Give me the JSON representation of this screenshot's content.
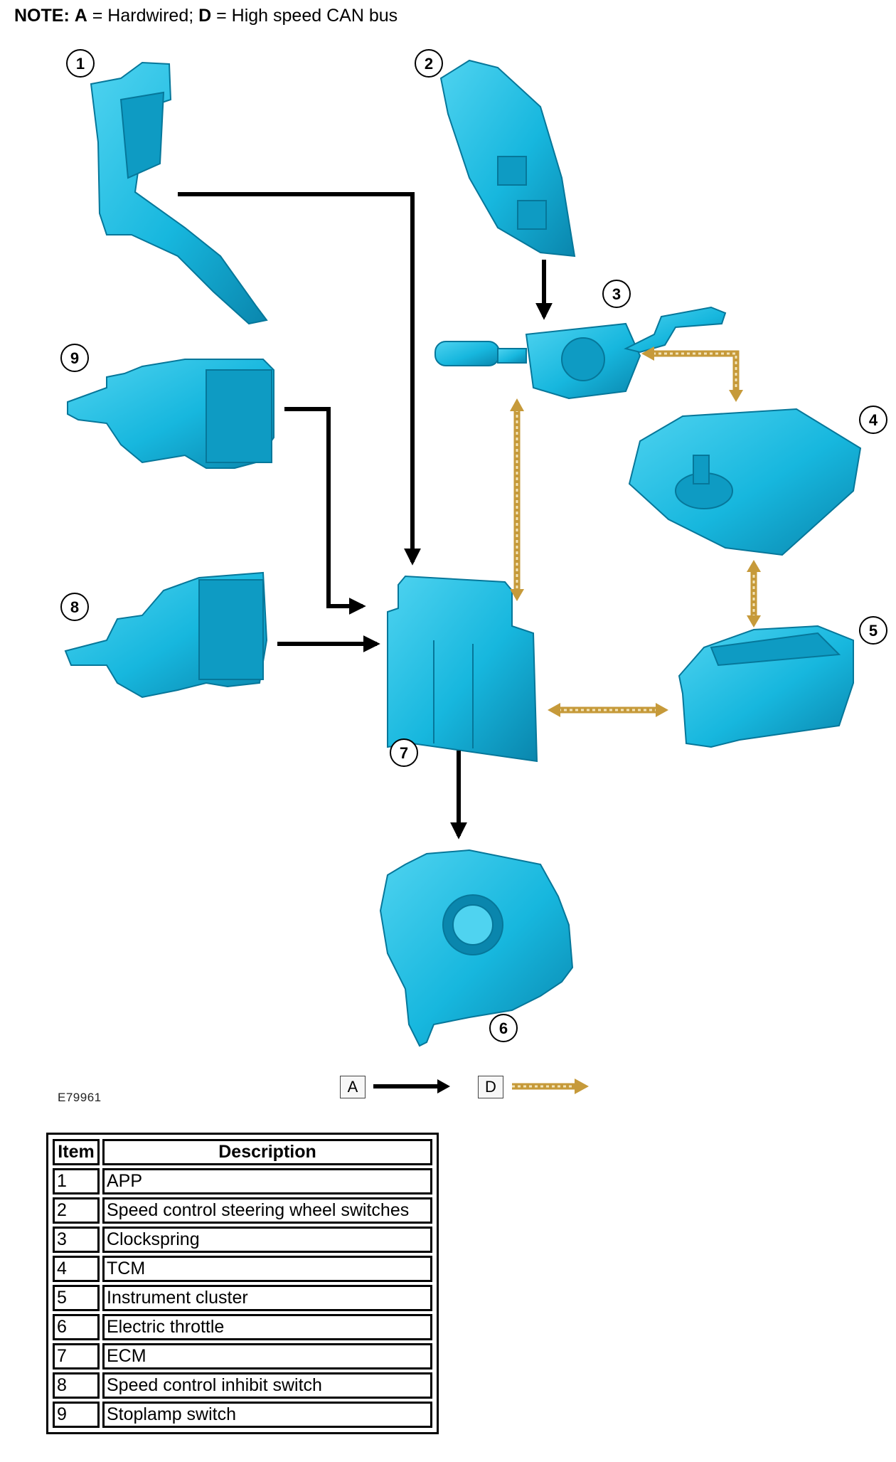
{
  "note": {
    "prefix": "NOTE:",
    "a_key": "A",
    "a_text": " = Hardwired; ",
    "d_key": "D",
    "d_text": " = High speed CAN bus"
  },
  "figure_id": "E79961",
  "callouts": [
    "1",
    "2",
    "3",
    "4",
    "5",
    "6",
    "7",
    "8",
    "9"
  ],
  "legend": {
    "hardwired_key": "A",
    "can_key": "D"
  },
  "colors": {
    "component": "#17b7de",
    "component_dark": "#0a8fb6",
    "hardwired": "#000000",
    "can_bus": "#c69a3a"
  },
  "table": {
    "header_item": "Item",
    "header_description": "Description",
    "rows": [
      {
        "item": "1",
        "description": "APP"
      },
      {
        "item": "2",
        "description": "Speed control steering wheel switches"
      },
      {
        "item": "3",
        "description": "Clockspring"
      },
      {
        "item": "4",
        "description": "TCM"
      },
      {
        "item": "5",
        "description": "Instrument cluster"
      },
      {
        "item": "6",
        "description": "Electric throttle"
      },
      {
        "item": "7",
        "description": "ECM"
      },
      {
        "item": "8",
        "description": "Speed control inhibit switch"
      },
      {
        "item": "9",
        "description": "Stoplamp switch"
      }
    ]
  }
}
